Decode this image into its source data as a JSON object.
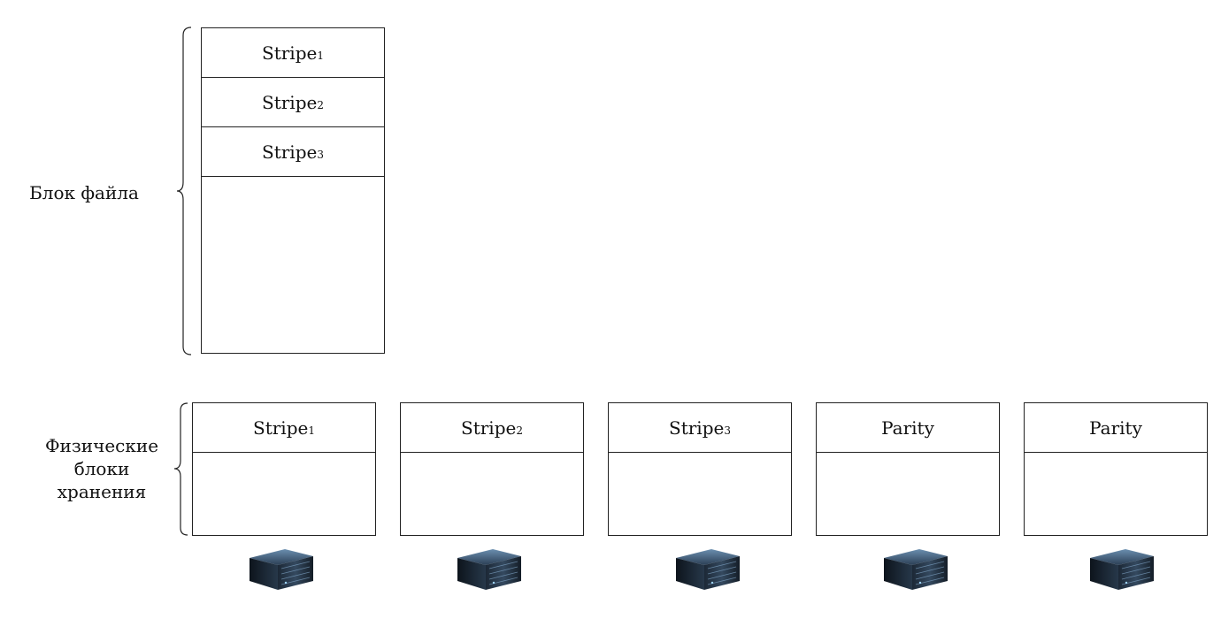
{
  "file_block": {
    "label": "Блок файла",
    "stripes": [
      {
        "name": "Stripe",
        "index": "1"
      },
      {
        "name": "Stripe",
        "index": "2"
      },
      {
        "name": "Stripe",
        "index": "3"
      }
    ]
  },
  "physical": {
    "label_lines": [
      "Физические",
      "блоки",
      "хранения"
    ],
    "disks": [
      {
        "name": "Stripe",
        "index": "1"
      },
      {
        "name": "Stripe",
        "index": "2"
      },
      {
        "name": "Stripe",
        "index": "3"
      },
      {
        "name": "Parity",
        "index": ""
      },
      {
        "name": "Parity",
        "index": ""
      }
    ]
  },
  "icons": {
    "server": "server-icon"
  }
}
